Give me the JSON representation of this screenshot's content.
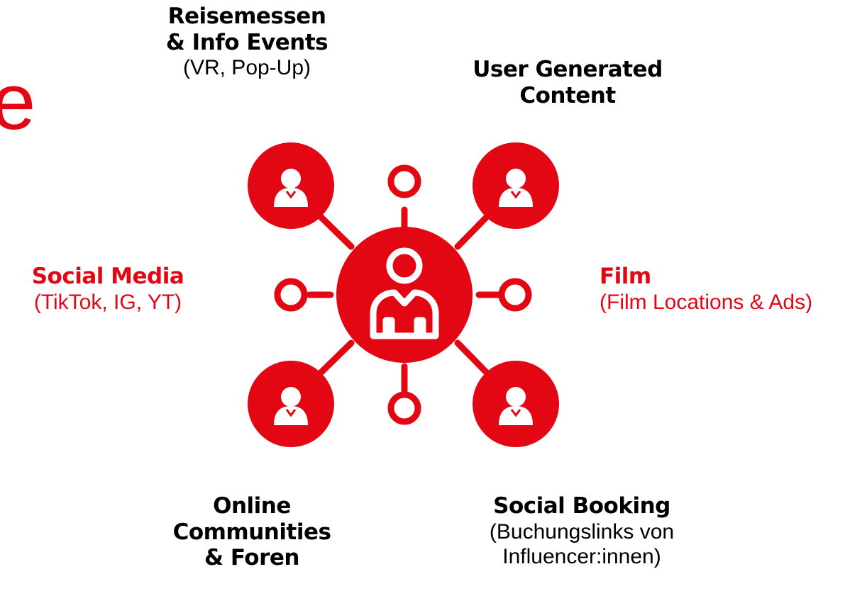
{
  "edge_glyph": "e",
  "colors": {
    "accent": "#e30613",
    "text": "#000000",
    "background": "#ffffff"
  },
  "labels": {
    "top_left": {
      "title_line1": "Reisemessen",
      "title_line2": "& Info Events",
      "subtitle": "(VR, Pop-Up)"
    },
    "top_right": {
      "title_line1": "User Generated",
      "title_line2": "Content"
    },
    "left": {
      "title": "Social Media",
      "subtitle": "(TikTok, IG, YT)"
    },
    "right": {
      "title": "Film",
      "subtitle": "(Film Locations & Ads)"
    },
    "bottom_left": {
      "title_line1": "Online",
      "title_line2": "Communities",
      "title_line3": "& Foren"
    },
    "bottom_right": {
      "title": "Social Booking",
      "subtitle_line1": "(Buchungslinks von",
      "subtitle_line2": "Influencer:innen)"
    }
  },
  "diagram": {
    "center_icon": "person-icon",
    "satellite_icons": [
      "user-icon",
      "user-icon",
      "user-icon",
      "user-icon"
    ],
    "connector_nodes": 4
  }
}
